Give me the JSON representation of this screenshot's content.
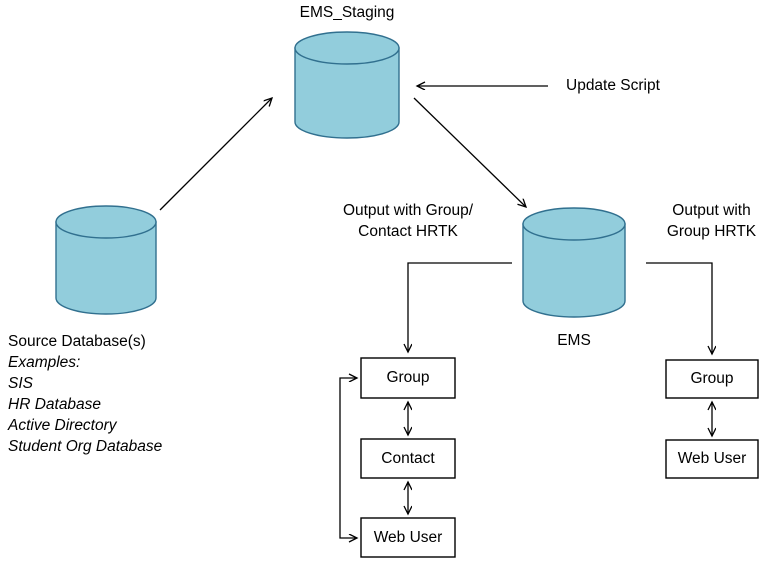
{
  "diagram": {
    "title_text": "EMS_Staging",
    "colors": {
      "cylinder_fill": "#92CDDC",
      "cylinder_stroke": "#31708F",
      "line": "#000000",
      "box_stroke": "#000000",
      "background": "#FFFFFF"
    },
    "cylinders": [
      {
        "id": "ems_staging",
        "label": "EMS_Staging",
        "label_position": "top"
      },
      {
        "id": "source_db",
        "label": "Source Database(s)",
        "label_position": "bottom"
      },
      {
        "id": "ems",
        "label": "EMS",
        "label_position": "bottom"
      }
    ],
    "source_notes": {
      "heading": "Source Database(s)",
      "examples_label": "Examples:",
      "examples": [
        "SIS",
        "HR Database",
        "Active Directory",
        "Student Org Database"
      ]
    },
    "edge_labels": {
      "update_script": "Update Script",
      "output_group_contact_line1": "Output with Group/",
      "output_group_contact_line2": "Contact HRTK",
      "output_group_line1": "Output with",
      "output_group_line2": "Group HRTK"
    },
    "ems_label": "EMS",
    "left_stack": [
      {
        "id": "left-group",
        "label": "Group"
      },
      {
        "id": "left-contact",
        "label": "Contact"
      },
      {
        "id": "left-webuser",
        "label": "Web User"
      }
    ],
    "right_stack": [
      {
        "id": "right-group",
        "label": "Group"
      },
      {
        "id": "right-webuser",
        "label": "Web User"
      }
    ]
  }
}
